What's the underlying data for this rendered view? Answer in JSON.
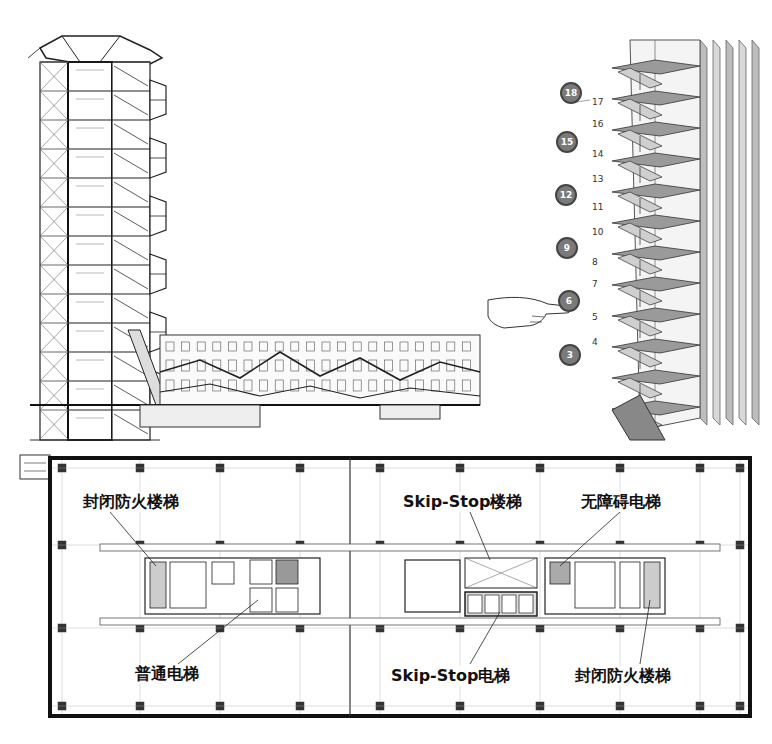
{
  "diagram": {
    "nodes": [
      {
        "text": [
          "18"
        ]
      },
      {
        "text": [
          "15"
        ]
      },
      {
        "text": [
          "12"
        ]
      },
      {
        "text": [
          "9"
        ]
      },
      {
        "text": [
          "6"
        ]
      },
      {
        "text": [
          "3"
        ]
      }
    ],
    "labels": [
      "封闭防火楼梯",
      "普通电梯",
      "Skip-Stop楼梯",
      "无障碍电梯",
      "Skip-Stop电梯",
      "封闭防火楼梯",
      "17",
      "16",
      "14",
      "13",
      "11",
      "10",
      "8",
      "7",
      "5",
      "4"
    ]
  }
}
